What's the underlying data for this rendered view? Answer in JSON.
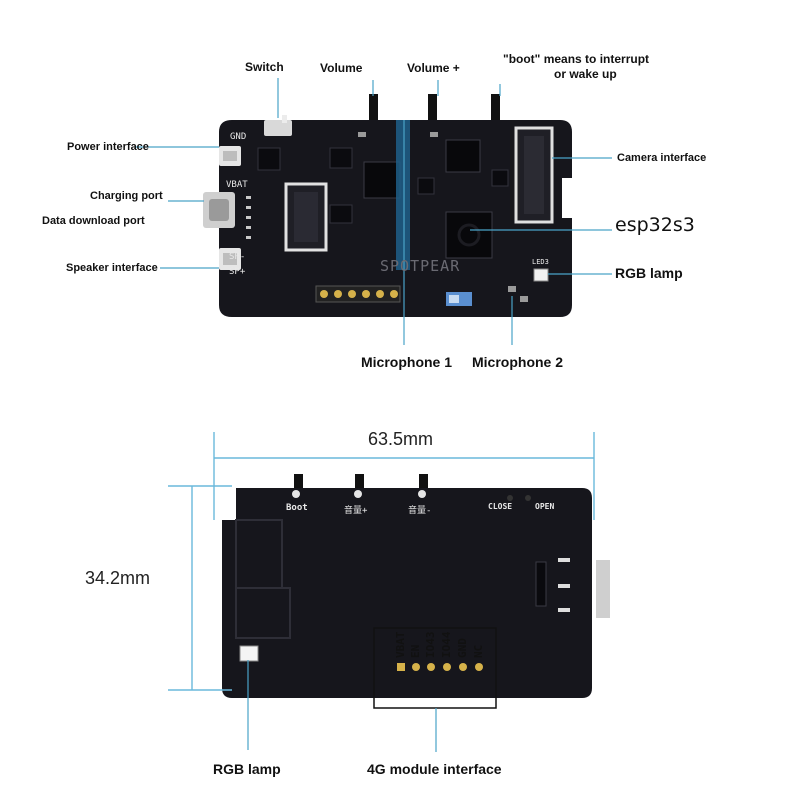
{
  "colors": {
    "pcb": "#16161c",
    "leader": "#4aa3c8",
    "dimension": "#6ab8dc",
    "label": "#111111"
  },
  "top_view": {
    "labels": {
      "switch": "Switch",
      "volume_minus": "Volume",
      "volume_plus": "Volume +",
      "boot_line1": "\"boot\" means to interrupt",
      "boot_line2": "or wake up",
      "power_interface": "Power interface",
      "charging_port": "Charging port",
      "data_download_port": "Data download port",
      "speaker_interface": "Speaker interface",
      "camera_interface": "Camera interface",
      "esp32s3": "esp32s3",
      "rgb_lamp": "RGB lamp",
      "microphone_1": "Microphone 1",
      "microphone_2": "Microphone 2"
    },
    "silkscreen": {
      "gnd": "GND",
      "vbat": "VBAT",
      "sp_minus": "SP-",
      "sp_plus": "SP+",
      "led": "LED3",
      "watermark": "SPOTPEAR"
    }
  },
  "bottom_view": {
    "dimensions": {
      "width": "63.5mm",
      "height": "34.2mm"
    },
    "labels": {
      "rgb_lamp": "RGB lamp",
      "module_4g": "4G module interface"
    },
    "silkscreen": {
      "boot": "Boot",
      "vol_plus": "音量+",
      "vol_minus": "音量-",
      "close": "CLOSE",
      "open": "OPEN",
      "pins": [
        "VBAT",
        "EN",
        "IO43",
        "IO44",
        "GND",
        "NC"
      ]
    }
  }
}
